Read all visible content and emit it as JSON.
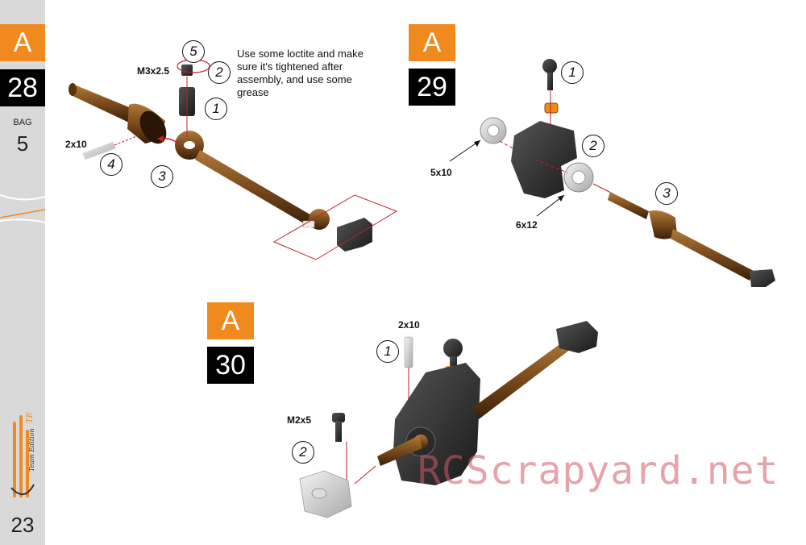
{
  "sidebar": {
    "step_letter": "A",
    "step_number": "28",
    "bag_label": "BAG",
    "bag_number": "5",
    "page_number": "23",
    "logo_text": "Team Edition",
    "logo_suffix": "TE"
  },
  "step29": {
    "letter": "A",
    "number": "29",
    "labels": {
      "bearing_small": "5x10",
      "bearing_large": "6x12"
    },
    "callouts": [
      "1",
      "2",
      "3"
    ]
  },
  "step28": {
    "screw_label": "M3x2.5",
    "pin_label": "2x10",
    "note": "Use some loctite and make sure it's tightened after assembly, and use some grease",
    "callouts": [
      "1",
      "2",
      "3",
      "4",
      "5"
    ]
  },
  "step30": {
    "letter": "A",
    "number": "30",
    "labels": {
      "pin": "2x10",
      "screw": "M2x5"
    },
    "callouts": [
      "1",
      "2"
    ]
  },
  "watermark": "RCScrapyard.net",
  "colors": {
    "accent_orange": "#f08a1e",
    "sidebar_gray": "#d9d9d9",
    "badge_black": "#000000",
    "part_bronze": "#7a4a1c",
    "guide_red": "#c0202a"
  }
}
